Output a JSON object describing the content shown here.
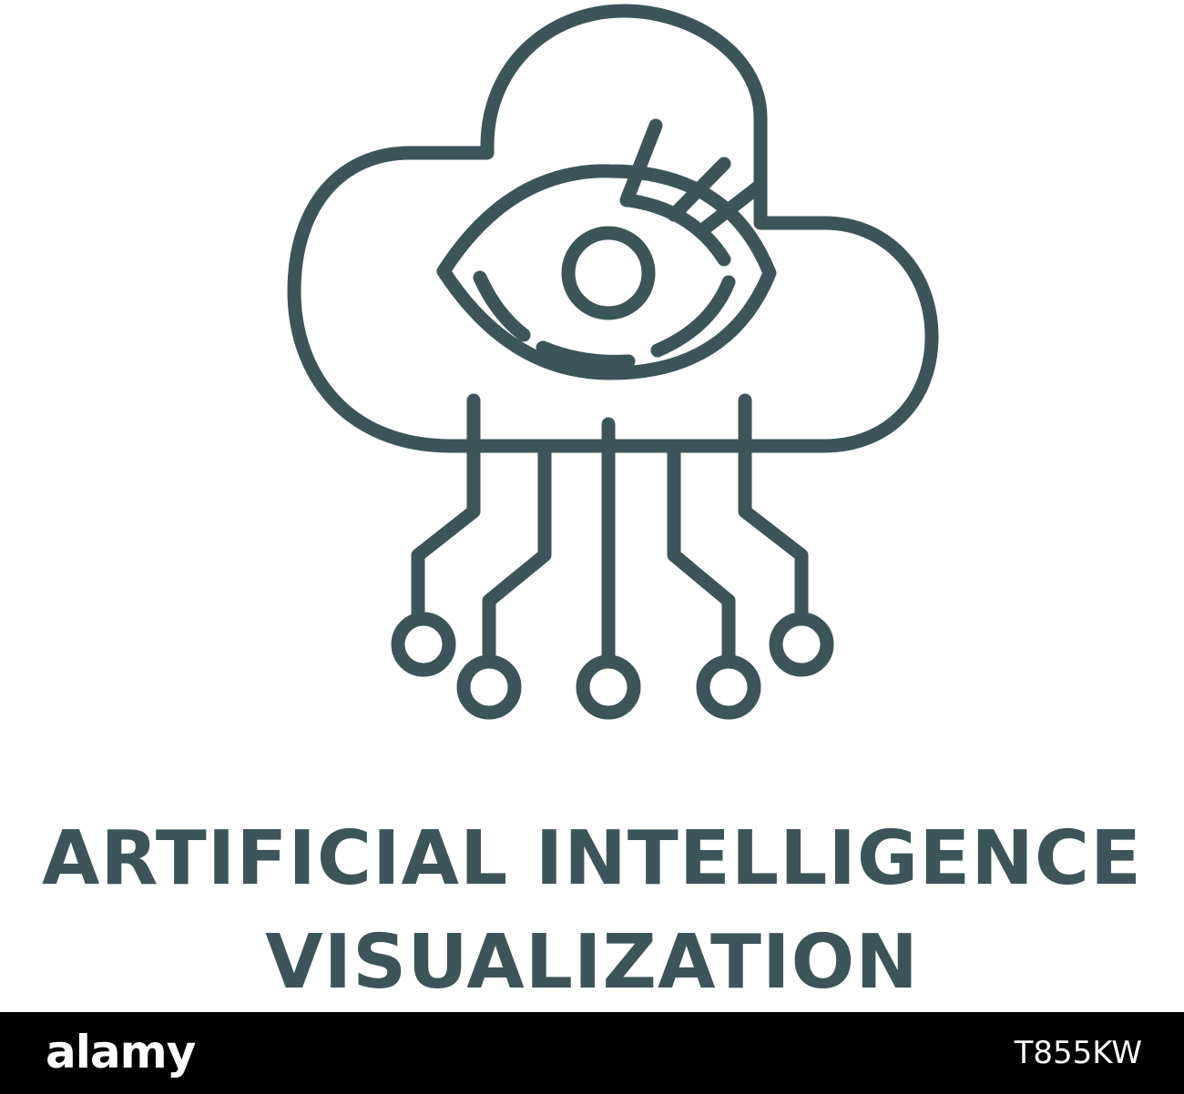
{
  "icon": {
    "name": "ai-cloud-eye-circuit-icon",
    "stroke_color": "#3d555a"
  },
  "caption": {
    "line1": "ARTIFICIAL INTELLIGENCE",
    "line2": "VISUALIZATION",
    "color": "#3d555a"
  },
  "footer": {
    "logo_text": "alamy",
    "image_id": "T855KW",
    "background": "#000000",
    "text_color": "#ffffff"
  }
}
